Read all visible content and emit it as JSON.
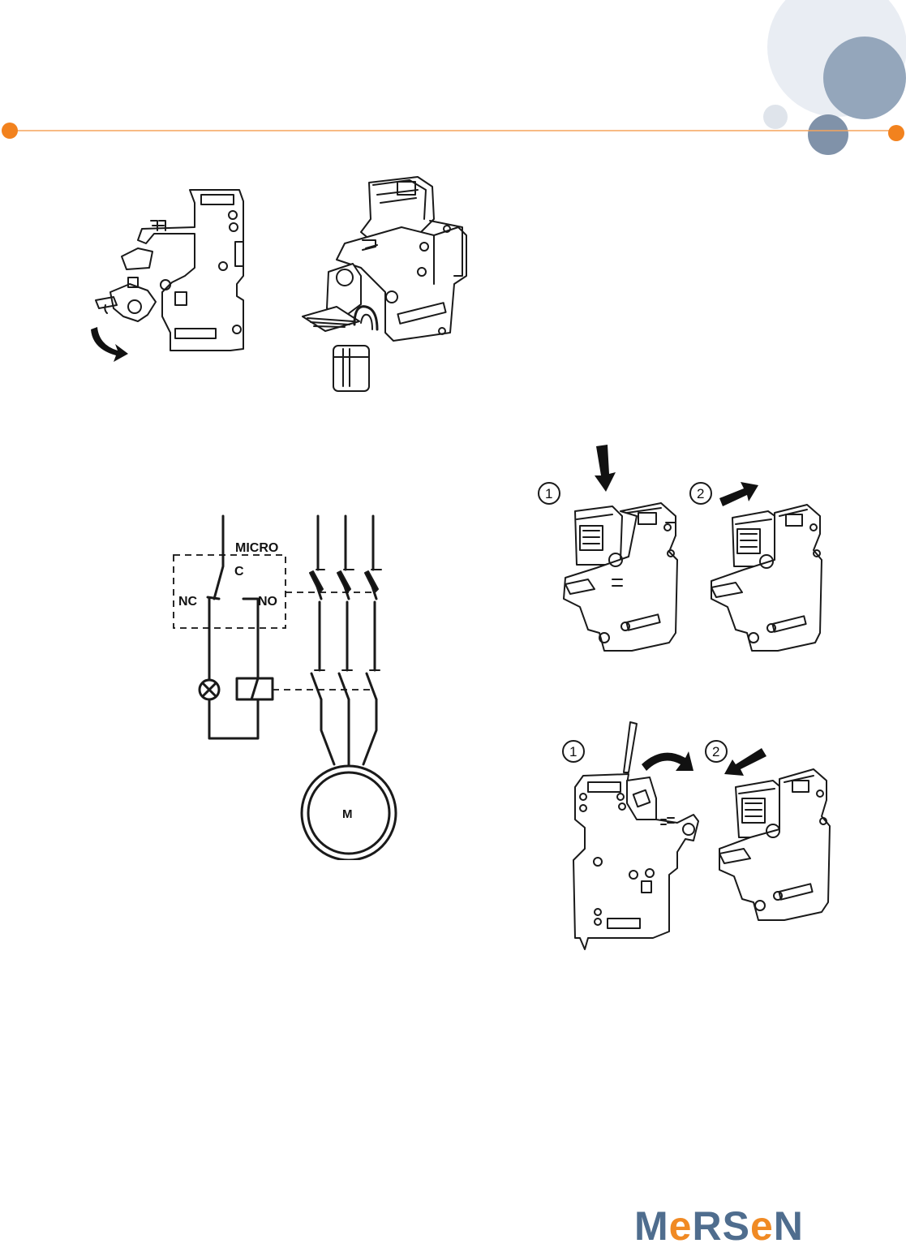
{
  "header": {
    "line_color": "#f7a25a",
    "dot_color": "#f07f1a",
    "bubble_colors": [
      "#e8ecf2",
      "#9aabbf",
      "#8597ae",
      "#d9dee6"
    ]
  },
  "wiring_diagram": {
    "micro_label": "MICRO",
    "common_label": "C",
    "nc_label": "NC",
    "no_label": "NO",
    "motor_label": "M"
  },
  "insertion_steps": {
    "step1": "1",
    "step2": "2"
  },
  "removal_steps": {
    "step1": "1",
    "step2": "2"
  },
  "brand": {
    "letters": [
      "M",
      "e",
      "R",
      "S",
      "e",
      "N"
    ],
    "colors": {
      "blue": "#4f6d8e",
      "orange": "#f08a24"
    }
  }
}
